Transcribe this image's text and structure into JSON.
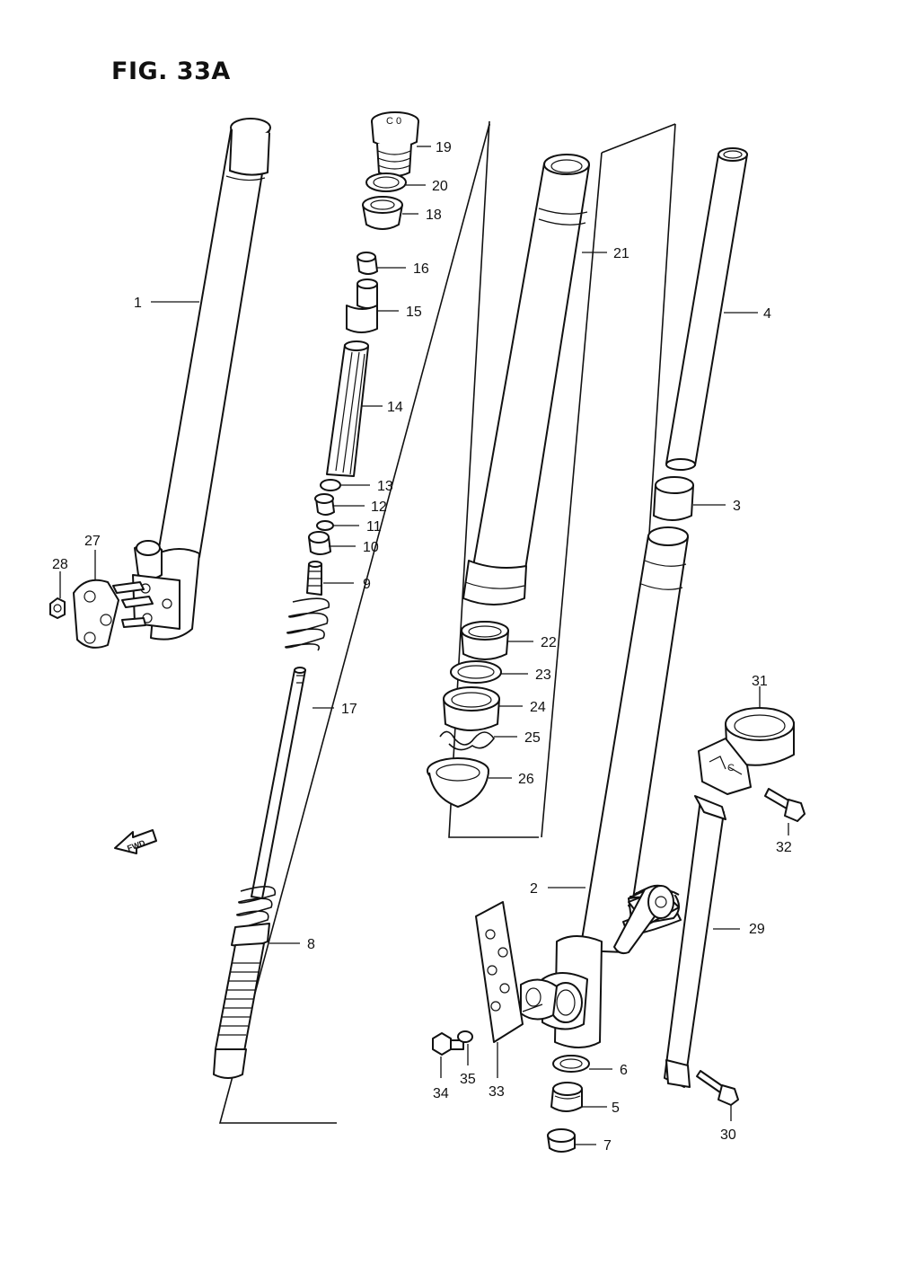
{
  "figure": {
    "title": "FIG. 33A"
  },
  "fwd_arrow": {
    "label": "FWD"
  },
  "callouts": [
    {
      "ref": "1"
    },
    {
      "ref": "2"
    },
    {
      "ref": "3"
    },
    {
      "ref": "4"
    },
    {
      "ref": "5"
    },
    {
      "ref": "6"
    },
    {
      "ref": "7"
    },
    {
      "ref": "8"
    },
    {
      "ref": "9"
    },
    {
      "ref": "10"
    },
    {
      "ref": "11"
    },
    {
      "ref": "12"
    },
    {
      "ref": "13"
    },
    {
      "ref": "14"
    },
    {
      "ref": "15"
    },
    {
      "ref": "16"
    },
    {
      "ref": "17"
    },
    {
      "ref": "18"
    },
    {
      "ref": "19"
    },
    {
      "ref": "20"
    },
    {
      "ref": "21"
    },
    {
      "ref": "22"
    },
    {
      "ref": "23"
    },
    {
      "ref": "24"
    },
    {
      "ref": "25"
    },
    {
      "ref": "26"
    },
    {
      "ref": "27"
    },
    {
      "ref": "28"
    },
    {
      "ref": "29"
    },
    {
      "ref": "30"
    },
    {
      "ref": "31"
    },
    {
      "ref": "32"
    },
    {
      "ref": "33"
    },
    {
      "ref": "34"
    },
    {
      "ref": "35"
    }
  ]
}
